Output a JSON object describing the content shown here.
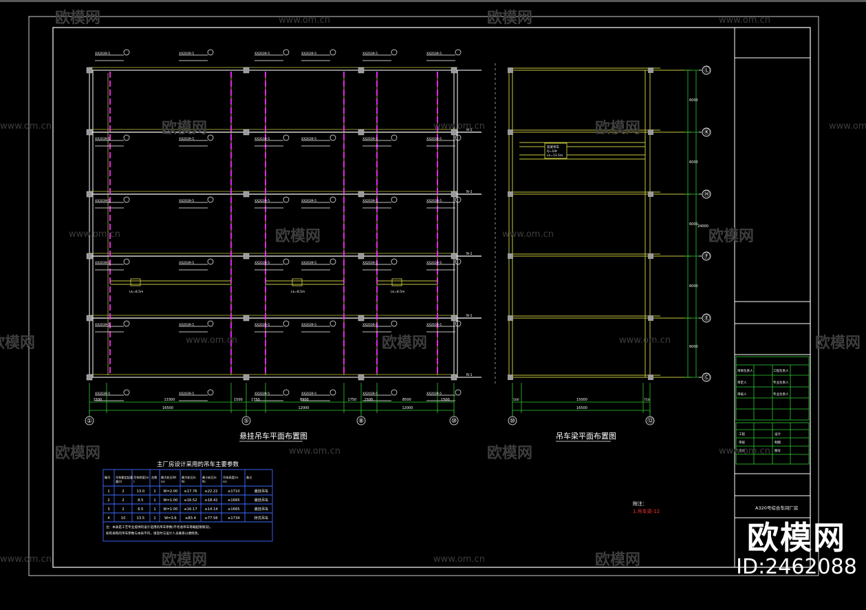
{
  "watermark": {
    "logo": "欧模网",
    "url": "www.om.cn"
  },
  "brand": {
    "name": "欧模网",
    "id": "ID:2462088"
  },
  "left_plan": {
    "title": "悬挂吊车平面布置图",
    "axes_bottom": [
      "①",
      "⑤",
      "⑧",
      "⑩"
    ],
    "dims_top_row": [
      "1500",
      "13300",
      "1500",
      "1750",
      "8900",
      "1750",
      "1500",
      "8500",
      "1500"
    ],
    "dims_total_row": [
      "16500",
      "12000",
      "12000"
    ],
    "bay_labels": [
      "N-1",
      "N-1",
      "N-1",
      "N-1",
      "N-1"
    ],
    "crane_tag": "XX2039-5",
    "span_label": "Lk=8.5m"
  },
  "right_plan": {
    "title": "吊车梁平面布置图",
    "axes_bottom": [
      "⑩",
      "⑫"
    ],
    "axes_right": [
      "Ⓛ",
      "Ⓚ",
      "Ⓗ",
      "Ⓕ",
      "Ⓔ",
      "Ⓒ"
    ],
    "dims_right": [
      "6000",
      "6000",
      "6000",
      "6000",
      "6000"
    ],
    "dims_total": "24000",
    "dims_bottom": [
      "500",
      "15000",
      "750",
      "16500"
    ],
    "crane_box": [
      "双梁吊车",
      "Q=10t",
      "Lk=13.5m"
    ]
  },
  "table": {
    "title": "主厂房设计采用的吊车主要参数",
    "headers": [
      "编号",
      "吊车额定起重量(t)",
      "吊车跨度(m)",
      "台数",
      "最大轮压W(m)",
      "最大轮压(kN)",
      "最小轮压(kN)",
      "吊车高度(mm)",
      "备注"
    ],
    "rows": [
      [
        "1",
        "2",
        "13.0",
        "1",
        "W=2.00",
        "≤17.76",
        "≤22.22",
        "≤1710",
        "悬挂吊车"
      ],
      [
        "2",
        "2",
        "8.5",
        "1",
        "W=1.00",
        "≤16.52",
        "≤18.42",
        "≤1665",
        "悬挂吊车"
      ],
      [
        "3",
        "2",
        "6.5",
        "1",
        "W=1.00",
        "≤16.17",
        "≤14.14",
        "≤1665",
        "悬挂吊车"
      ],
      [
        "4",
        "10",
        "13.5",
        "1",
        "W=3.6",
        "≤83.4",
        "≤77.56",
        "≤1734",
        "桥式吊车"
      ]
    ],
    "notes": [
      "注：本表是工艺专业提供的设计选用的吊车参数(不考虑吊车荷载超限情况)。",
      "如有采购的吊车参数与本表不符，请及时与设计人员联系以便修改。"
    ]
  },
  "note": {
    "label": "附注：",
    "text": "1.吊车梁-12"
  },
  "title_block": {
    "rows_mid": [
      "项目负责人",
      "工程负责人",
      "审定人",
      "专业负责人",
      "审核人",
      "专业负责人"
    ],
    "rows_low": [
      "工程",
      "设计",
      "审核",
      "制图",
      "校对",
      "图号"
    ],
    "project_name": "A320号综合车间厂房"
  }
}
